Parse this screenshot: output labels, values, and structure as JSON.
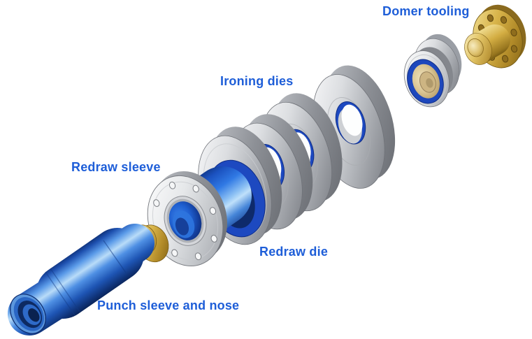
{
  "diagram": {
    "type": "exploded-3d-assembly",
    "background": "#ffffff",
    "label_color": "#1e5ed8",
    "labels": {
      "domer": "Domer tooling",
      "ironing": "Ironing dies",
      "redraw_sleeve": "Redraw sleeve",
      "redraw_die": "Redraw die",
      "punch": "Punch sleeve and nose"
    },
    "parts": [
      "Punch sleeve and nose",
      "Redraw sleeve",
      "Redraw die",
      "Ironing dies",
      "Domer tooling"
    ],
    "colors": {
      "tooling_blue": "#2e74de",
      "bore_ring_blue": "#1d49c0",
      "steel_grey": "#b3b6bb",
      "brass_gold": "#d8b44a"
    }
  }
}
